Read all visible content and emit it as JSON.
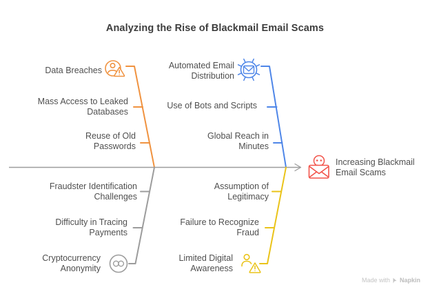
{
  "title": "Analyzing the Rise of Blackmail Email Scams",
  "diagram": {
    "type": "fishbone",
    "effect": {
      "label": "Increasing Blackmail Email Scams",
      "lines": [
        "Increasing Blackmail",
        "Email Scams"
      ],
      "icon": "skull-envelope-icon",
      "color": "#F2544B"
    },
    "branches": [
      {
        "id": "top-left",
        "color": "#F0923F",
        "icon": "user-alert-icon",
        "causes": [
          {
            "label": "Data Breaches",
            "lines": [
              "Data Breaches"
            ]
          },
          {
            "label": "Mass Access to Leaked Databases",
            "lines": [
              "Mass Access to Leaked",
              "Databases"
            ]
          },
          {
            "label": "Reuse of Old Passwords",
            "lines": [
              "Reuse of Old",
              "Passwords"
            ]
          }
        ]
      },
      {
        "id": "top-right",
        "color": "#4E86E8",
        "icon": "email-broadcast-icon",
        "causes": [
          {
            "label": "Automated Email Distribution",
            "lines": [
              "Automated Email",
              "Distribution"
            ]
          },
          {
            "label": "Use of Bots and Scripts",
            "lines": [
              "Use of Bots and Scripts"
            ]
          },
          {
            "label": "Global Reach in Minutes",
            "lines": [
              "Global Reach in",
              "Minutes"
            ]
          }
        ]
      },
      {
        "id": "bottom-left",
        "color": "#9C9C9C",
        "icon": "link-circle-icon",
        "causes": [
          {
            "label": "Fraudster Identification Challenges",
            "lines": [
              "Fraudster Identification",
              "Challenges"
            ]
          },
          {
            "label": "Difficulty in Tracing Payments",
            "lines": [
              "Difficulty in Tracing",
              "Payments"
            ]
          },
          {
            "label": "Cryptocurrency Anonymity",
            "lines": [
              "Cryptocurrency",
              "Anonymity"
            ]
          }
        ]
      },
      {
        "id": "bottom-right",
        "color": "#EAC319",
        "icon": "user-warning-icon",
        "causes": [
          {
            "label": "Assumption of Legitimacy",
            "lines": [
              "Assumption of",
              "Legitimacy"
            ]
          },
          {
            "label": "Failure to Recognize Fraud",
            "lines": [
              "Failure to Recognize",
              "Fraud"
            ]
          },
          {
            "label": "Limited Digital Awareness",
            "lines": [
              "Limited Digital",
              "Awareness"
            ]
          }
        ]
      }
    ]
  },
  "watermark": {
    "prefix": "Made with",
    "brand": "Napkin"
  }
}
